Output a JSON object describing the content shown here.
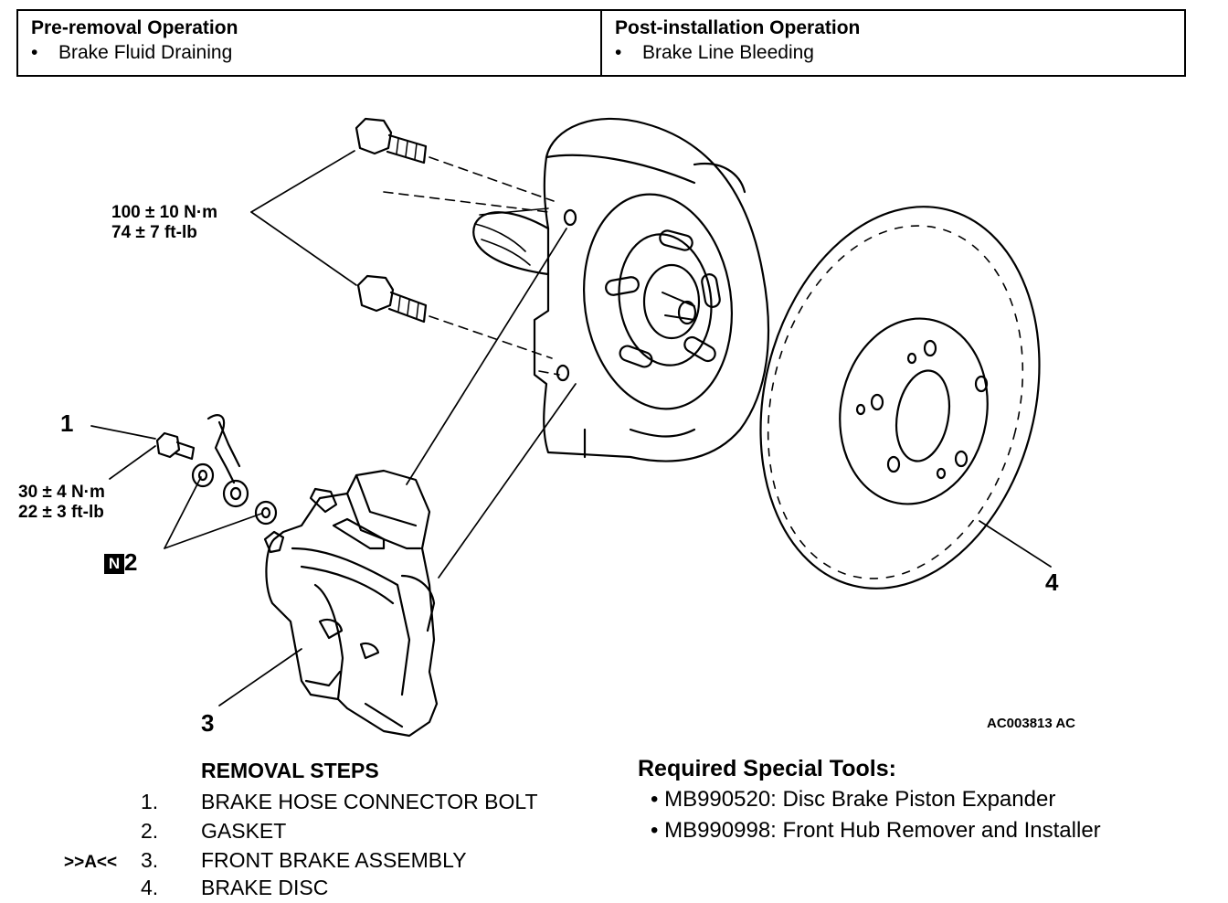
{
  "operations": {
    "pre": {
      "title": "Pre-removal Operation",
      "items": [
        "Brake Fluid Draining"
      ]
    },
    "post": {
      "title": "Post-installation Operation",
      "items": [
        "Brake Line Bleeding"
      ]
    }
  },
  "torque_upper": {
    "nm": "100 ± 10 N·m",
    "ftlb": "74 ± 7 ft-lb"
  },
  "torque_lower": {
    "nm": "30 ± 4 N·m",
    "ftlb": "22 ± 3 ft-lb"
  },
  "callouts": {
    "c1": "1",
    "c2": "2",
    "c2_badge": "N",
    "c3": "3",
    "c4": "4"
  },
  "figure_ref": "AC003813 AC",
  "removal": {
    "title": "REMOVAL STEPS",
    "steps": [
      {
        "mark": "",
        "idx": "1.",
        "text": "BRAKE HOSE CONNECTOR BOLT"
      },
      {
        "mark": "",
        "idx": "2.",
        "text": "GASKET"
      },
      {
        "mark": ">>A<<",
        "idx": "3.",
        "text": "FRONT BRAKE ASSEMBLY"
      },
      {
        "mark": "",
        "idx": "4.",
        "text": "BRAKE DISC"
      }
    ]
  },
  "tools": {
    "title": "Required Special Tools:",
    "items": [
      "MB990520: Disc Brake Piston Expander",
      "MB990998: Front Hub Remover and Installer"
    ]
  },
  "bullet_char": "•"
}
